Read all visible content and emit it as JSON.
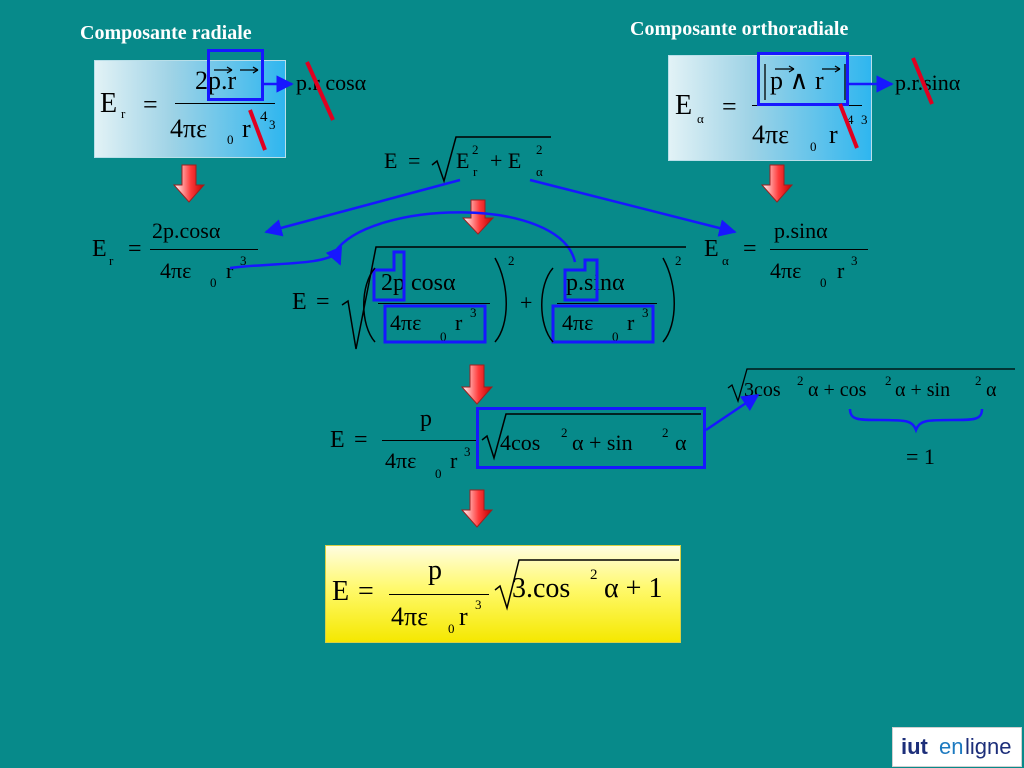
{
  "slide": {
    "title_radial": "Composante radiale",
    "title_ortho": "Composante orthoradiale",
    "logo": {
      "part1": "iut",
      "part2": "en",
      "part3": "ligne"
    }
  },
  "radial_box": {
    "lhs": "E",
    "lhs_sub": "r",
    "eq": "=",
    "num": "2p.r",
    "den_a": "4πε",
    "den_sub": "0",
    "den_r": "r",
    "struck": "4",
    "new_exp": "3"
  },
  "radial_annot": "p.r cosα",
  "ortho_box": {
    "lhs": "E",
    "lhs_sub": "α",
    "eq": "=",
    "num": "p ∧ r",
    "den_a": "4πε",
    "den_sub": "0",
    "den_r": "r",
    "struck": "4",
    "new_exp": "3"
  },
  "ortho_annot": "p.r.sinα",
  "total": {
    "lhs": "E",
    "eq": "=",
    "r": "r",
    "rsup": "2",
    "a": "+ E",
    "asup": "2",
    "asub": "α"
  },
  "er_line": {
    "lhs": "E",
    "sub": "r",
    "eq": "=",
    "num": "2p.cosα",
    "den_a": "4πε",
    "den_sub": "0",
    "den_r": "r",
    "den_sup": "3"
  },
  "ea_line": {
    "lhs": "E",
    "sub": "α",
    "eq": "=",
    "num": "p.sinα",
    "den_a": "4πε",
    "den_sub": "0",
    "den_r": "r",
    "den_sup": "3"
  },
  "combined": {
    "lhs": "E",
    "eq": "=",
    "num1": "2p cosα",
    "num2": "p.sinα",
    "den_a": "4πε",
    "den_sub": "0",
    "den_r": "r",
    "den_sup": "3",
    "plus": "+",
    "sq": "2"
  },
  "factored": {
    "lhs": "E",
    "eq": "=",
    "num": "p",
    "den_a": "4πε",
    "den_sub": "0",
    "den_r": "r",
    "den_sup": "3",
    "root": "4cos",
    "root_sup": "2",
    "root_mid": "α + sin",
    "root_sup2": "2",
    "root_end": "α"
  },
  "expansion": {
    "a": "3cos",
    "a_sup": "2",
    "b": "α + cos",
    "b_sup": "2",
    "c": "α + sin",
    "c_sup": "2",
    "d": "α",
    "result": "= 1"
  },
  "final": {
    "lhs": "E",
    "eq": "=",
    "num": "p",
    "den_a": "4πε",
    "den_sub": "0",
    "den_r": "r",
    "den_sup": "3",
    "root": "3.cos",
    "root_sup": "2",
    "root_end": "α + 1"
  },
  "colors": {
    "background": "#078a8a",
    "accent_blue": "#1717ff",
    "strike_red": "#e00020"
  }
}
